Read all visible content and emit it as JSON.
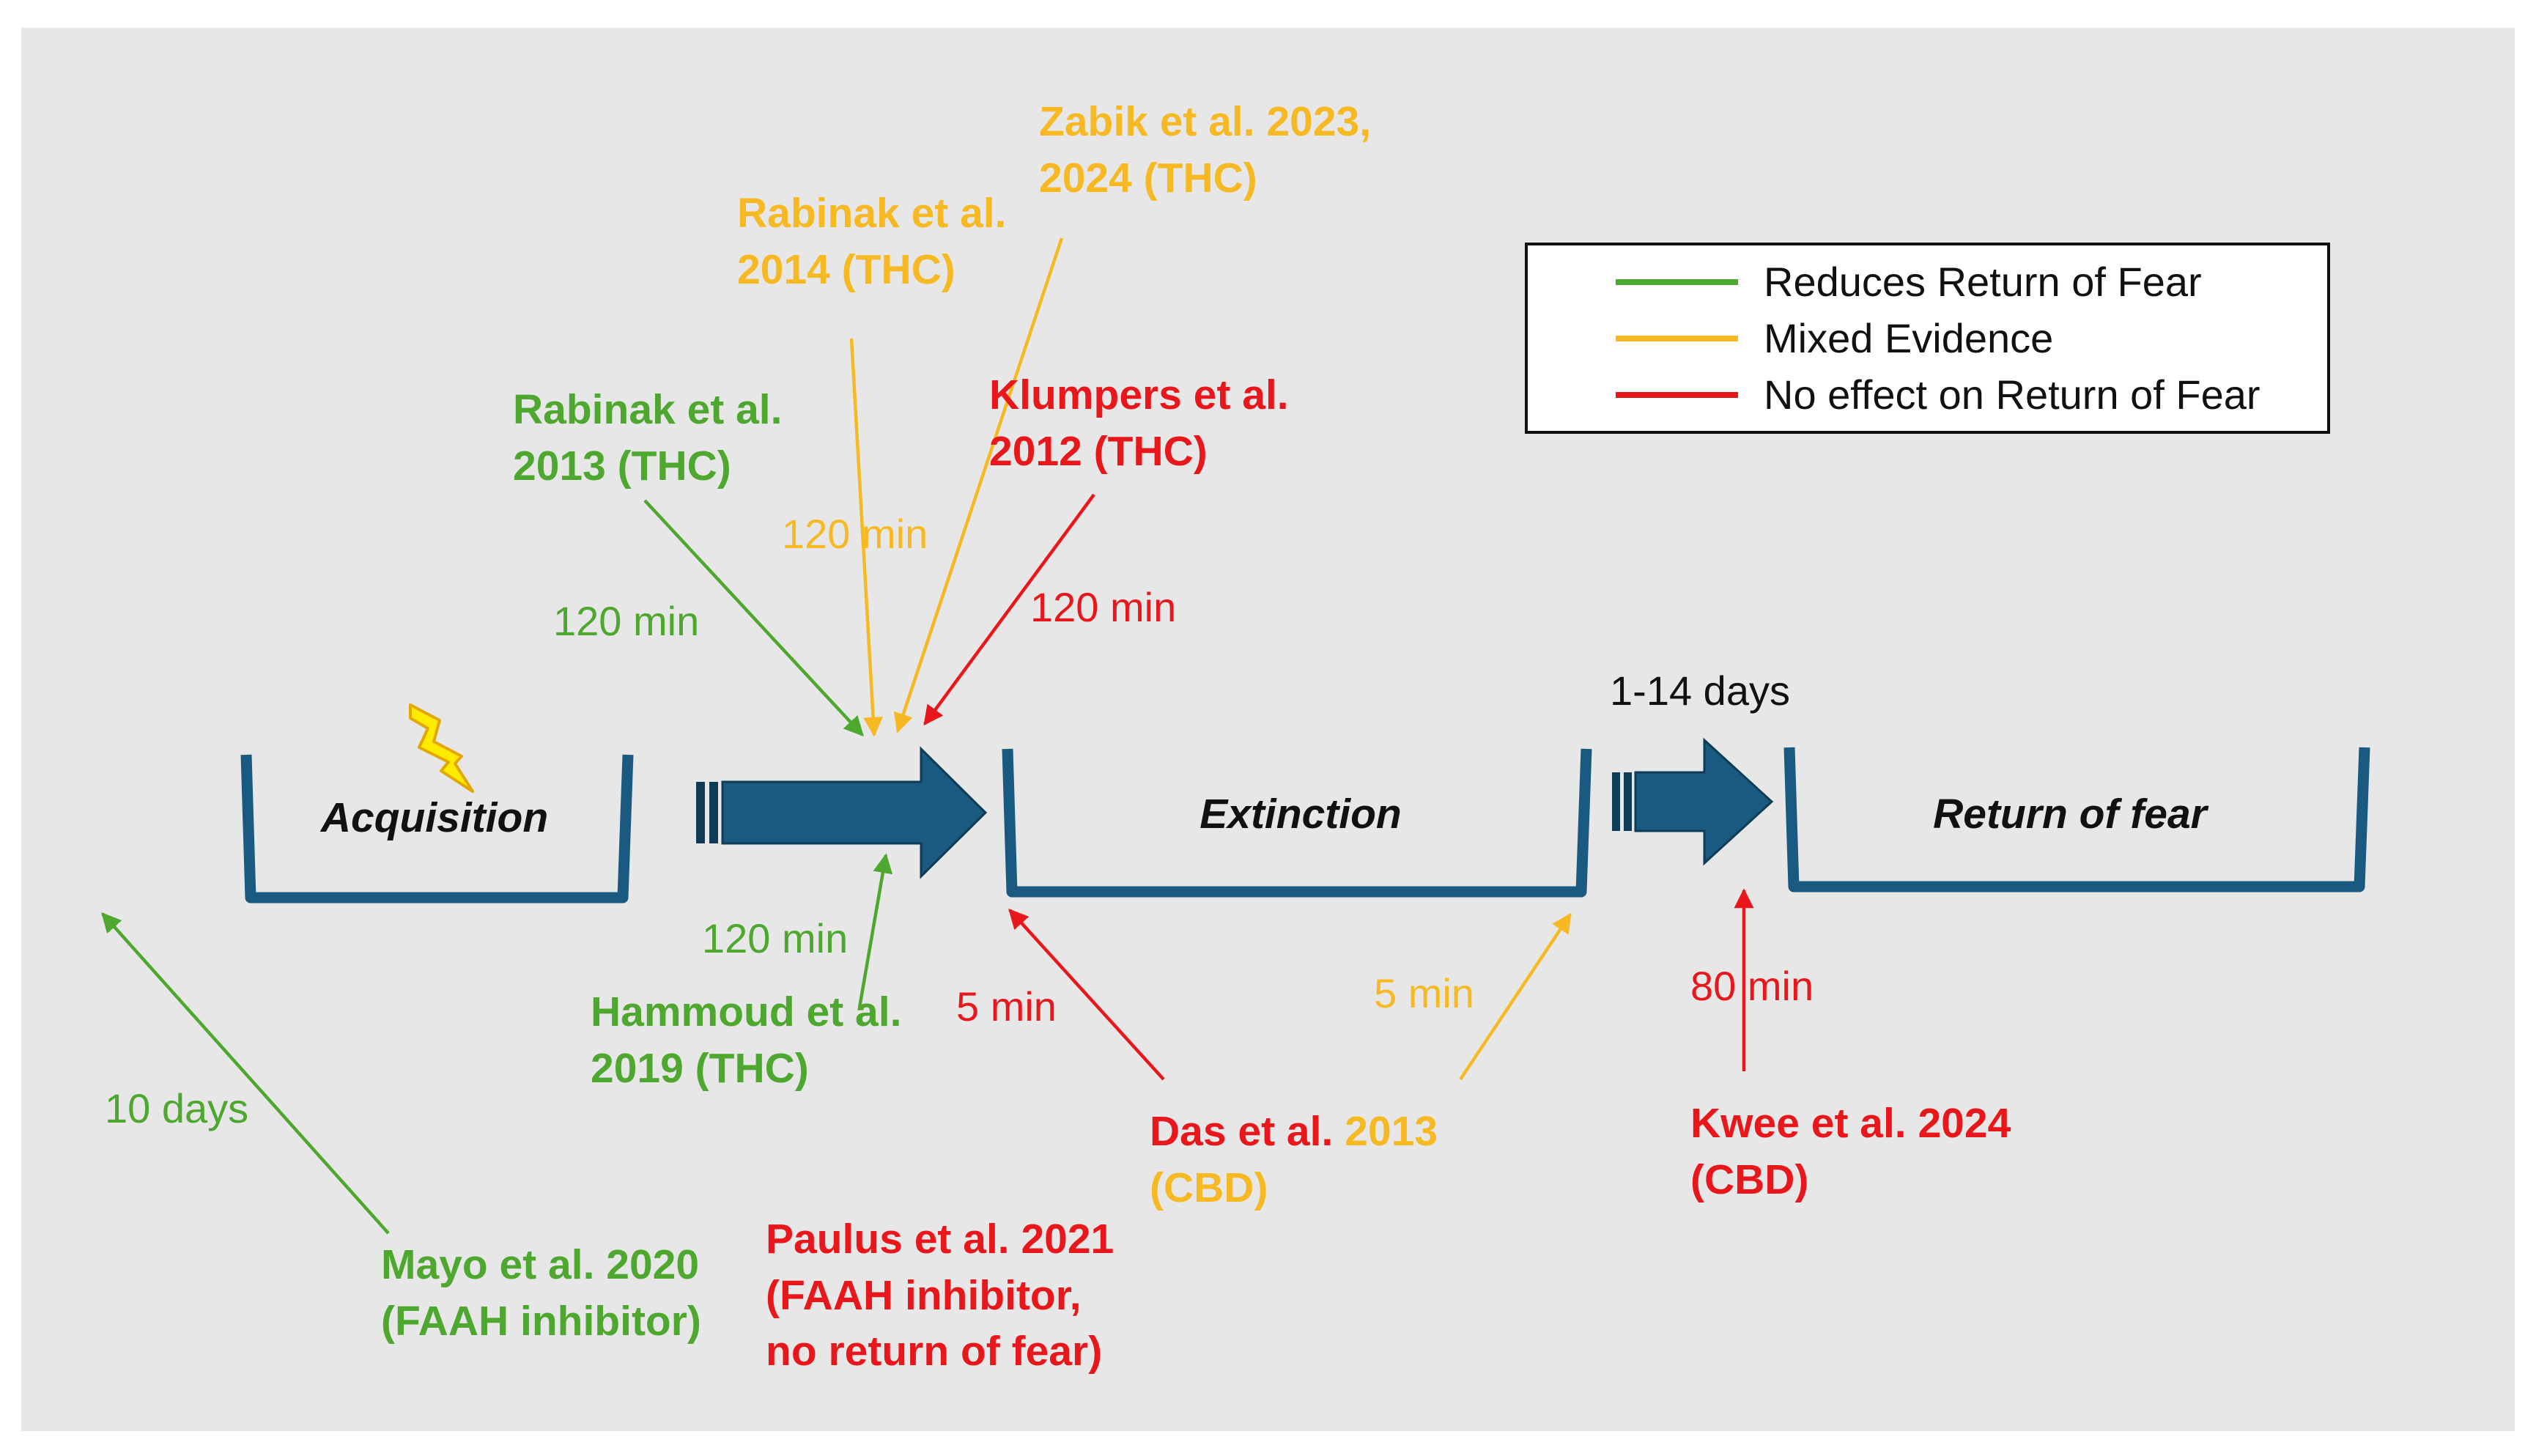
{
  "colors": {
    "background": "#e7e7e7",
    "green": "#4ea72e",
    "yellow": "#f7b923",
    "red": "#e8171c",
    "navy": "#1a5a80",
    "bolt": "#ffeb00"
  },
  "legend": {
    "items": [
      {
        "label": "Reduces Return of Fear",
        "color": "#4ea72e"
      },
      {
        "label": "Mixed Evidence",
        "color": "#f7b923"
      },
      {
        "label": "No effect on Return of Fear",
        "color": "#e8171c"
      }
    ]
  },
  "phases": {
    "acquisition": "Acquisition",
    "extinction": "Extinction",
    "return_of_fear": "Return of fear"
  },
  "timings": {
    "interval_days": "1-14 days",
    "rabinak_2013": "120 min",
    "rabinak_2014": "120 min",
    "klumpers_2012": "120 min",
    "hammoud_2019": "120 min",
    "das_red": "5 min",
    "das_yellow": "5 min",
    "kwee_2024": "80 min",
    "mayo_2020": "10 days"
  },
  "studies": {
    "zabik": {
      "line1": "Zabik et al. 2023,",
      "line2": "2024 (THC)"
    },
    "rabinak_2014": {
      "line1": "Rabinak et al.",
      "line2": "2014 (THC)"
    },
    "rabinak_2013": {
      "line1": "Rabinak et al.",
      "line2": "2013 (THC)"
    },
    "klumpers_2012": {
      "line1": "Klumpers et al.",
      "line2": "2012 (THC)"
    },
    "hammoud_2019": {
      "line1": "Hammoud et al.",
      "line2": "2019 (THC)"
    },
    "das_2013": {
      "name": "Das et al.",
      "year": "2013",
      "line2": "(CBD)"
    },
    "kwee_2024": {
      "line1": "Kwee et al. 2024",
      "line2": "(CBD)"
    },
    "mayo_2020": {
      "line1": "Mayo et al. 2020",
      "line2": "(FAAH inhibitor)"
    },
    "paulus_2021": {
      "line1": "Paulus et al. 2021",
      "line2": "(FAAH inhibitor,",
      "line3": "no return of fear)"
    }
  }
}
